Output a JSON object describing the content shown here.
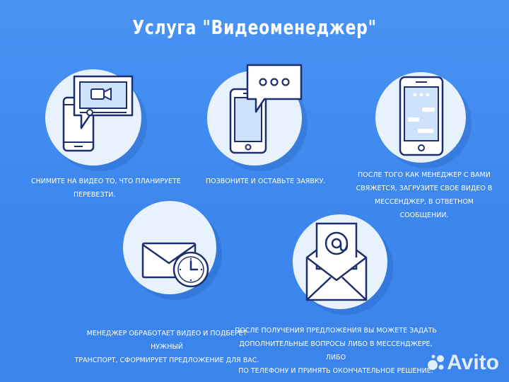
{
  "title": "Услуга \"Видеоменеджер\"",
  "steps": [
    {
      "lines": [
        "Снимите на видео то, что планируете",
        "перевезти."
      ]
    },
    {
      "lines": [
        "Позвоните и оставьте заявку."
      ]
    },
    {
      "lines": [
        "После того как менеджер с вами",
        "свяжется, загрузите свое видео в",
        "мессенджер, в ответном сообщении."
      ]
    },
    {
      "lines": [
        "Менеджер обработает видео и подберет нужный",
        "транспорт, сформирует предложение для вас."
      ]
    },
    {
      "lines": [
        "После получения предложения вы можете задать",
        "дополнительные вопросы либо в мессенджере, либо",
        "по телефону и принять окончательное решение."
      ]
    }
  ],
  "watermark": "Avito",
  "colors": {
    "background": "#3f8bf0",
    "circle": "#e8f2fc",
    "icon_stroke": "#1e2f6e",
    "icon_fill": "#cfe2fb"
  }
}
